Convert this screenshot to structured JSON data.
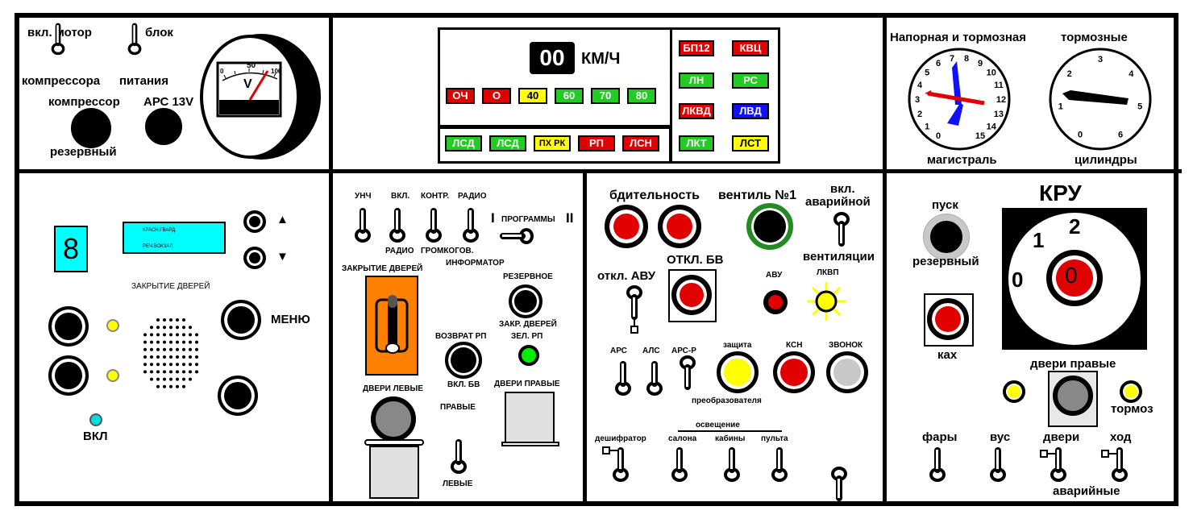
{
  "panel1": {
    "toggle_motor_label": "вкл. мотор",
    "toggle_block_label": "блок",
    "compressor_label": "компрессора",
    "power_label": "питания",
    "compressor_btn_label": "компрессор",
    "ars_btn_label": "АРС 13V",
    "reserve_label": "резервный",
    "voltmeter": {
      "unit": "V",
      "scale_0": "0",
      "scale_50": "50",
      "scale_100": "100"
    }
  },
  "panel2": {
    "speed_value": "00",
    "speed_unit": "КМ/Ч",
    "speed_lamps": [
      {
        "label": "ОЧ",
        "color": "red"
      },
      {
        "label": "О",
        "color": "red"
      },
      {
        "label": "40",
        "color": "yellow"
      },
      {
        "label": "60",
        "color": "green"
      },
      {
        "label": "70",
        "color": "green"
      },
      {
        "label": "80",
        "color": "green"
      }
    ],
    "bottom_lamps": [
      {
        "label": "ЛСД",
        "color": "green"
      },
      {
        "label": "ЛСД",
        "color": "green"
      },
      {
        "label": "ПХ РК",
        "color": "yellow"
      },
      {
        "label": "РП",
        "color": "red"
      },
      {
        "label": "ЛСН",
        "color": "red"
      }
    ],
    "right_lamps": [
      {
        "label": "БП12",
        "color": "red"
      },
      {
        "label": "КВЦ",
        "color": "red"
      },
      {
        "label": "ЛН",
        "color": "green"
      },
      {
        "label": "РС",
        "color": "green"
      },
      {
        "label": "ЛКВД",
        "color": "red"
      },
      {
        "label": "ЛВД",
        "color": "blue"
      },
      {
        "label": "ЛКТ",
        "color": "green"
      },
      {
        "label": "ЛСТ",
        "color": "yellow"
      }
    ]
  },
  "panel3": {
    "gauge1_title": "Напорная и тормозная",
    "gauge1_caption": "магистраль",
    "gauge1_ticks": [
      "0",
      "1",
      "2",
      "3",
      "4",
      "5",
      "6",
      "7",
      "8",
      "9",
      "10",
      "11",
      "12",
      "13",
      "14",
      "15"
    ],
    "gauge2_title": "тормозные",
    "gauge2_caption": "цилиндры",
    "gauge2_ticks": [
      "0",
      "1",
      "2",
      "3",
      "4",
      "5",
      "6"
    ]
  },
  "panel4": {
    "digit": "8",
    "station_current": "КРАСН.ГВАРД.",
    "station_next": "РЕЧ.ВОКЗАЛ",
    "up_arrow": "▲",
    "down_arrow": "▼",
    "doors_close_label": "ЗАКРЫТИЕ ДВЕРЕЙ",
    "menu_label": "МЕНЮ",
    "on_label": "ВКЛ"
  },
  "panel5": {
    "unch": "УНЧ",
    "vkl": "ВКЛ.",
    "kontr": "КОНТР.",
    "radio_top": "РАДИО",
    "radio_bottom": "РАДИО",
    "gromkogov": "ГРОМКОГОВ.",
    "informator": "ИНФОРМАТОР",
    "programs_i": "I",
    "programs_label": "ПРОГРАММЫ",
    "programs_ii": "II",
    "doors_close": "ЗАКРЫТИЕ ДВЕРЕЙ",
    "reserve": "РЕЗЕРВНОЕ",
    "reserve_doors": "ЗАКР. ДВЕРЕЙ",
    "return_rp": "ВОЗВРАТ РП",
    "green_rp": "ЗЕЛ. РП",
    "vkl_bv": "ВКЛ. БВ",
    "doors_right": "ДВЕРИ ПРАВЫЕ",
    "doors_left": "ДВЕРИ ЛЕВЫЕ",
    "right": "ПРАВЫЕ",
    "left": "ЛЕВЫЕ"
  },
  "panel6": {
    "vigilance": "бдительность",
    "valve": "вентиль №1",
    "emerg_vent_1": "вкл.",
    "emerg_vent_2": "аварийной",
    "emerg_vent_3": "вентиляции",
    "off_avu": "откл. АВУ",
    "off_bv": "ОТКЛ. БВ",
    "avu": "АВУ",
    "lkvp": "ЛКВП",
    "ars": "АРС",
    "als": "АЛС",
    "ars_r": "АРС-Р",
    "protect": "защита",
    "ksn": "КСН",
    "bell": "ЗВОНОК",
    "converter": "преобразователя",
    "lighting": "освещение",
    "decoder": "дешифратор",
    "salon": "салона",
    "cabin": "кабины",
    "console": "пульта"
  },
  "panel7": {
    "start": "пуск",
    "reserve": "резервный",
    "kru": "КРУ",
    "kru_0": "0",
    "kru_1": "1",
    "kru_2": "2",
    "kru_center": "0",
    "kah": "ках",
    "doors_right": "двери правые",
    "brake": "тормоз",
    "headlights": "фары",
    "vus": "вус",
    "doors": "двери",
    "move": "ход",
    "emergency": "аварийные"
  }
}
